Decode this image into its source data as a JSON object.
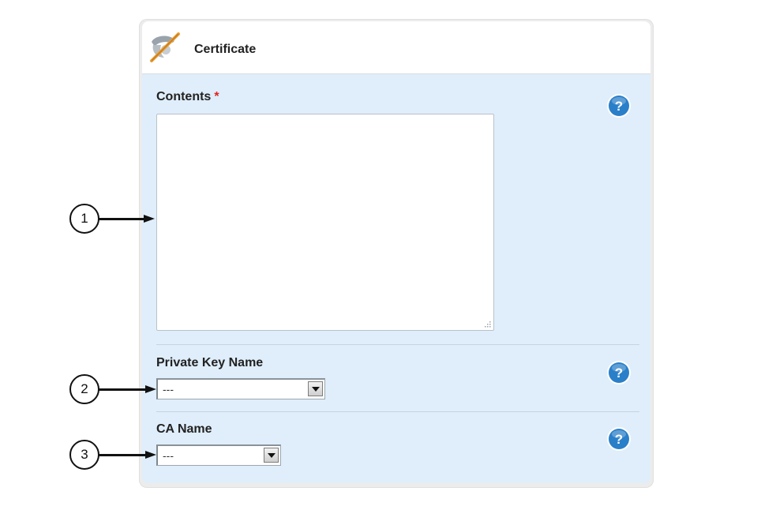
{
  "header": {
    "title": "Certificate",
    "icon": "certificate-icon"
  },
  "fields": {
    "contents": {
      "label": "Contents",
      "required_mark": "*",
      "value": ""
    },
    "private_key_name": {
      "label": "Private Key Name",
      "selected": "---"
    },
    "ca_name": {
      "label": "CA Name",
      "selected": "---"
    }
  },
  "callouts": [
    "1",
    "2",
    "3"
  ],
  "colors": {
    "panel_body": "#dfeefa",
    "required": "#e0231e",
    "help_icon": "#2a7fc9"
  }
}
